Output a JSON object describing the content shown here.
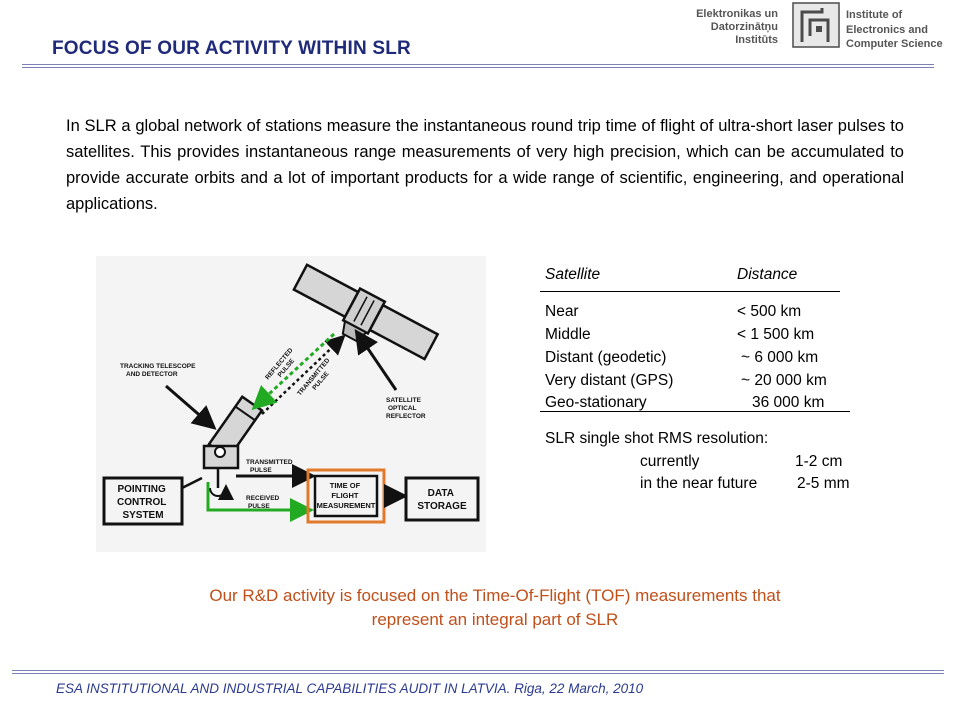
{
  "header": {
    "title": "FOCUS OF OUR ACTIVITY WITHIN SLR",
    "institute_lv": [
      "Elektronikas un",
      "Datorzinātņu",
      "Institūts"
    ],
    "institute_en": [
      "Institute of",
      "Electronics and",
      "Computer Science"
    ]
  },
  "intro": "In SLR a global network of stations measure the instantaneous round trip time of flight of ultra-short laser pulses to satellites. This provides instantaneous range measurements of very high precision, which can be accumulated to provide accurate orbits and a lot of important products for a wide range of scientific, engineering, and operational applications.",
  "diagram": {
    "tracking": [
      "TRACKING TELESCOPE",
      "AND DETECTOR"
    ],
    "reflected": [
      "REFLECTED",
      "PULSE"
    ],
    "transmitted_up": [
      "TRANSMITTED",
      "PULSE"
    ],
    "reflector": [
      "SATELLITE",
      "OPTICAL",
      "REFLECTOR"
    ],
    "transmitted": [
      "TRANSMITTED",
      "PULSE"
    ],
    "received": [
      "RECEIVED",
      "PULSE"
    ],
    "pointing": [
      "POINTING",
      "CONTROL",
      "SYSTEM"
    ],
    "tof": [
      "TIME OF",
      "FLIGHT",
      "MEASUREMENT"
    ],
    "storage": [
      "DATA",
      "STORAGE"
    ]
  },
  "table": {
    "col_satellite": "Satellite",
    "col_distance": "Distance",
    "rows": [
      {
        "satellite": "Near",
        "distance": "< 500 km"
      },
      {
        "satellite": "Middle",
        "distance": "< 1 500 km"
      },
      {
        "satellite": "Distant (geodetic)",
        "distance": "~ 6 000 km"
      },
      {
        "satellite": "Very distant (GPS)",
        "distance": "~ 20 000 km"
      },
      {
        "satellite": "Geo-stationary",
        "distance": "36 000 km"
      }
    ]
  },
  "resolution": {
    "title": "SLR single shot RMS resolution:",
    "rows": [
      {
        "label": "currently",
        "value": "1-2 cm"
      },
      {
        "label": "in the near future",
        "value": "2-5 mm"
      }
    ]
  },
  "focus_lines": [
    "Our R&D activity is focused on the Time-Of-Flight (TOF) measurements that",
    "represent an integral part of SLR"
  ],
  "footer": "ESA INSTITUTIONAL AND INDUSTRIAL CAPABILITIES AUDIT IN LATVIA. Riga, 22 March, 2010",
  "colors": {
    "title": "#1f2a7a",
    "focus_text": "#c04f1a",
    "footer": "#2b3a90",
    "tof_box": "#e07a2a",
    "green_path": "#22aa22"
  }
}
